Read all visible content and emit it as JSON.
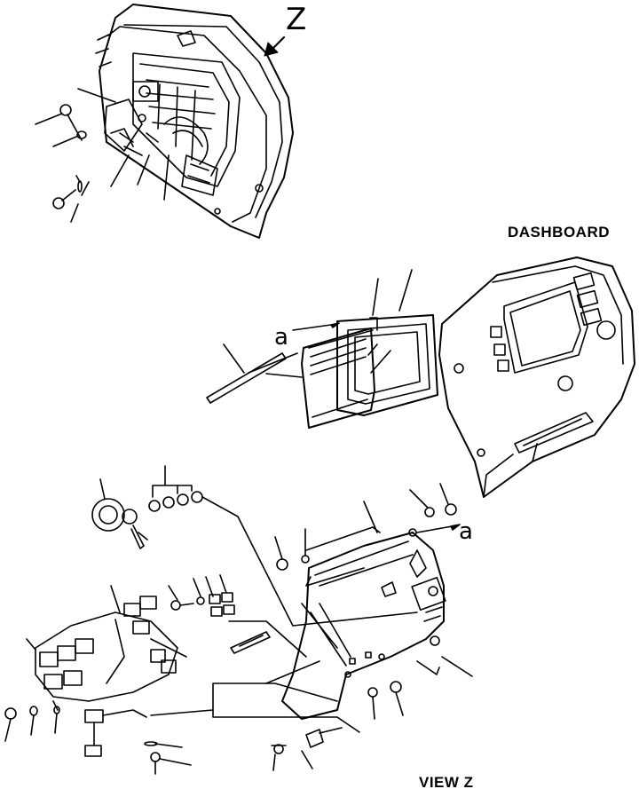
{
  "labels": {
    "dashboard": "DASHBOARD",
    "view_z": "VIEW  Z",
    "z_marker": "Z",
    "callout_a_top": "a",
    "callout_a_bottom": "a"
  },
  "colors": {
    "line": "#000000",
    "background": "#ffffff"
  }
}
